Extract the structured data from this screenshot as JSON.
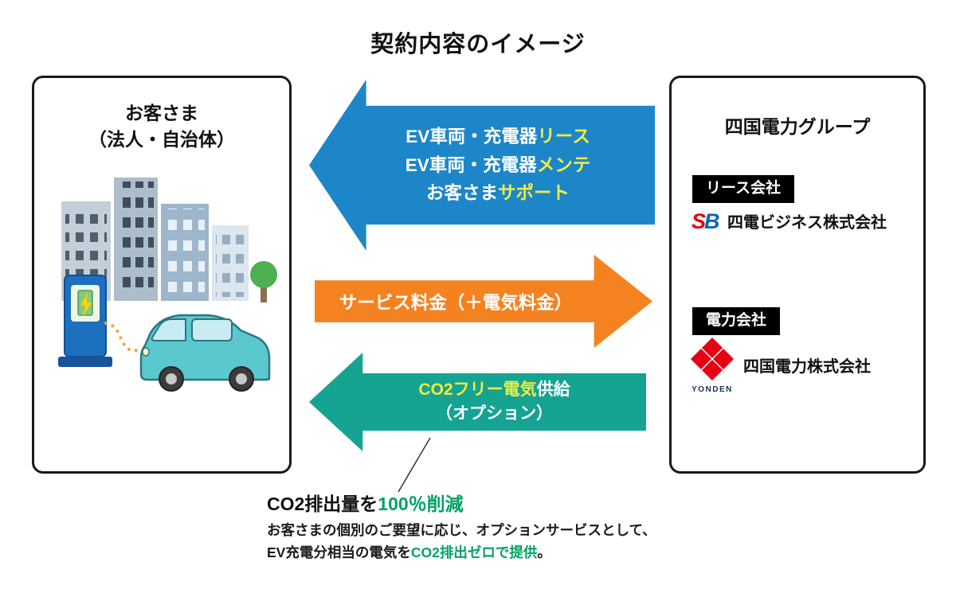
{
  "title": "契約内容のイメージ",
  "colors": {
    "lease_arrow": "#1d86c9",
    "fee_arrow": "#f58220",
    "co2_arrow": "#15a392",
    "yellow_highlight": "#f3eb3e",
    "green_highlight": "#00a263",
    "badge_bg": "#000000",
    "logo_red": "#e60012",
    "logo_blue": "#0068b7",
    "yonden_navy": "#1b2f5a"
  },
  "customer": {
    "title_line1": "お客さま",
    "title_line2": "（法人・自治体）"
  },
  "group": {
    "title": "四国電力グループ",
    "lease_badge": "リース会社",
    "lease_company": "四電ビジネス株式会社",
    "power_badge": "電力会社",
    "power_company": "四国電力株式会社",
    "business_logo_s": "S",
    "business_logo_b": "B",
    "yonden_logo_text": "YONDEN"
  },
  "arrows": {
    "lease": {
      "line1_text": "EV車両・充電器",
      "line1_mark": "リース",
      "line2_text": "EV車両・充電器",
      "line2_mark": "メンテ",
      "line3_text": "お客さま",
      "line3_mark": "サポート"
    },
    "fee": {
      "label": "サービス料金（＋電気料金）"
    },
    "co2": {
      "line1_mark": "CO2フリー電気",
      "line1_text": "供給",
      "line2": "（オプション）"
    }
  },
  "note": {
    "headline_text": "CO2排出量を",
    "headline_mark": "100％削減",
    "line1": "お客さまの個別のご要望に応じ、オプションサービスとして、",
    "line2_text": "EV充電分相当の電気を",
    "line2_mark": "CO2排出ゼロで提供",
    "line2_suffix": "。"
  }
}
